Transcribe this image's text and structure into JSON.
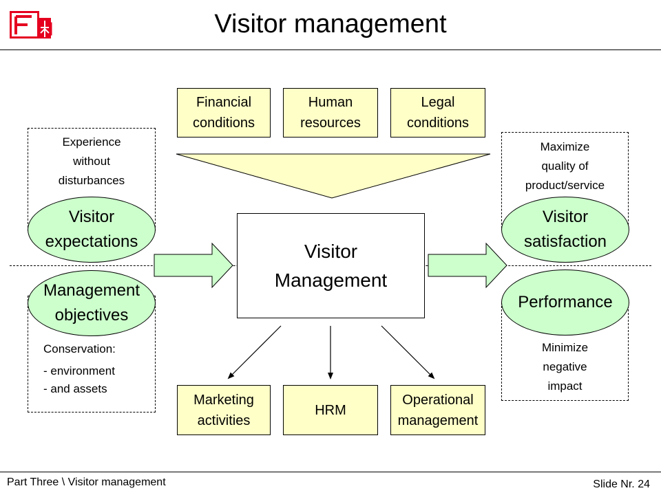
{
  "slide": {
    "title": "Visitor management",
    "footer_left": "Part Three \\ Visitor management",
    "footer_right": "Slide Nr. 24",
    "logo": "fh-logo-icon"
  },
  "diagram": {
    "top_boxes": [
      "Financial\nconditions",
      "Human\nresources",
      "Legal\nconditions"
    ],
    "center": "Visitor\nManagement",
    "bottom_boxes": [
      "Marketing\nactivities",
      "HRM",
      "Operational\nmanagement"
    ],
    "left": {
      "expectations": "Visitor\nexpectations",
      "expectations_note": "Experience\nwithout\ndisturbances",
      "objectives": "Management\nobjectives",
      "objectives_note_1": "Conservation:",
      "objectives_note_2": "- environment",
      "objectives_note_3": "- and assets"
    },
    "right": {
      "satisfaction": "Visitor\nsatisfaction",
      "satisfaction_note": "Maximize\nquality of\nproduct/service",
      "performance": "Performance",
      "performance_note": "Minimize\nnegative\nimpact"
    },
    "colors": {
      "box_fill": "#ffffc8",
      "ellipse_fill": "#ccffcc"
    }
  }
}
